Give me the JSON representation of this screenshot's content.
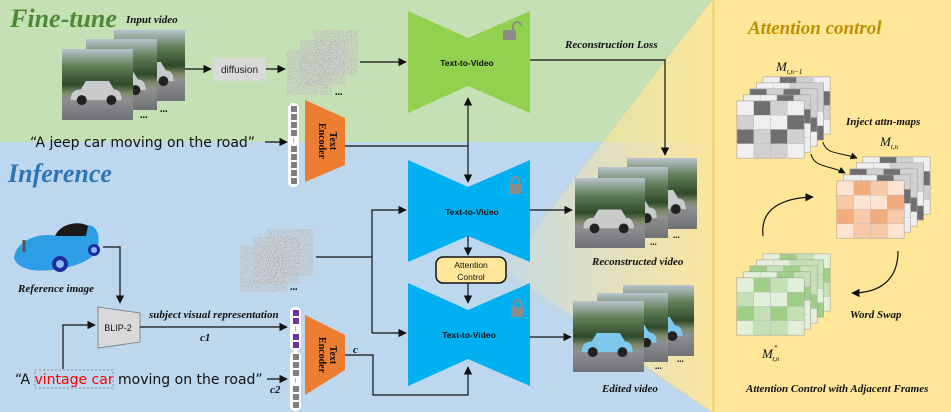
{
  "sections": {
    "finetune": "Fine-tune",
    "inference": "Inference",
    "attention": "Attention control"
  },
  "finetune": {
    "input_video_label": "Input video",
    "diffusion": "diffusion",
    "model": "Text-to-Video",
    "loss": "Reconstruction Loss",
    "prompt": "“A jeep car moving on the road”",
    "encoder_line1": "Text",
    "encoder_line2": "Encoder",
    "ellipsis": "..."
  },
  "inference": {
    "reference_label": "Reference image",
    "blip": "BLIP-2",
    "svr": "subject visual representation",
    "c1": "c1",
    "c2": "c2",
    "c": "c",
    "prompt_prefix": "“A ",
    "prompt_highlight": "vintage car",
    "prompt_suffix": " moving on the road”",
    "encoder_line1": "Text",
    "encoder_line2": "Encoder",
    "model_top": "Text-to-Video",
    "model_bottom": "Text-to-Video",
    "attention_control_l1": "Attention",
    "attention_control_l2": "Control",
    "reconstructed_label": "Reconstructed video",
    "edited_label": "Edited video",
    "ellipsis": "..."
  },
  "attention_panel": {
    "m": "M",
    "m_prev_sub": "t,n−1",
    "m_cur_sub": "t,n",
    "m_star_sub": "t,n",
    "m_star_sup": "*",
    "inject": "Inject attn-maps",
    "word_swap": "Word Swap",
    "caption": "Attention Control with Adjacent Frames"
  },
  "colors": {
    "finetune_bg": "#c5e0b4",
    "inference_bg": "#bdd7ee",
    "attention_bg": "#ffe699",
    "green_model": "#92d050",
    "blue_model": "#00b0f0",
    "encoder": "#ed7d31",
    "highlight": "#ff0000"
  }
}
